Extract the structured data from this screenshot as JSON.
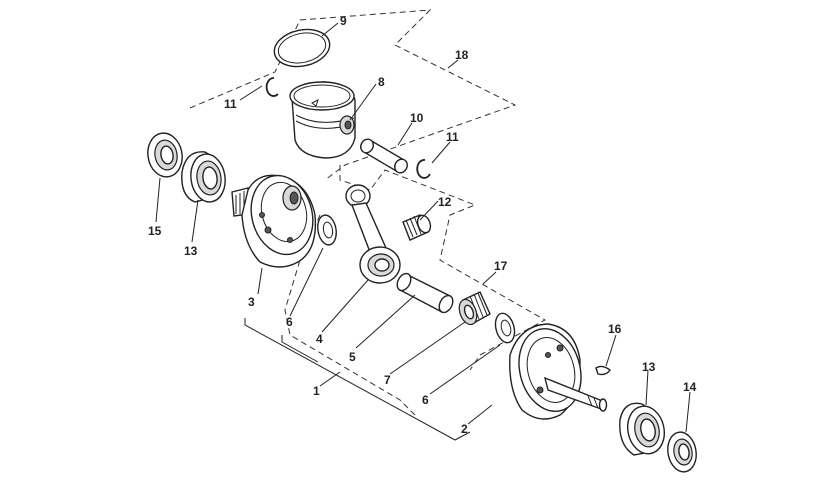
{
  "callouts": {
    "c1": "1",
    "c2": "2",
    "c3": "3",
    "c4": "4",
    "c5": "5",
    "c6a": "6",
    "c6b": "6",
    "c7": "7",
    "c8": "8",
    "c9": "9",
    "c10": "10",
    "c11a": "11",
    "c11b": "11",
    "c12": "12",
    "c13a": "13",
    "c13b": "13",
    "c14": "14",
    "c15": "15",
    "c16": "16",
    "c17": "17",
    "c18": "18"
  }
}
